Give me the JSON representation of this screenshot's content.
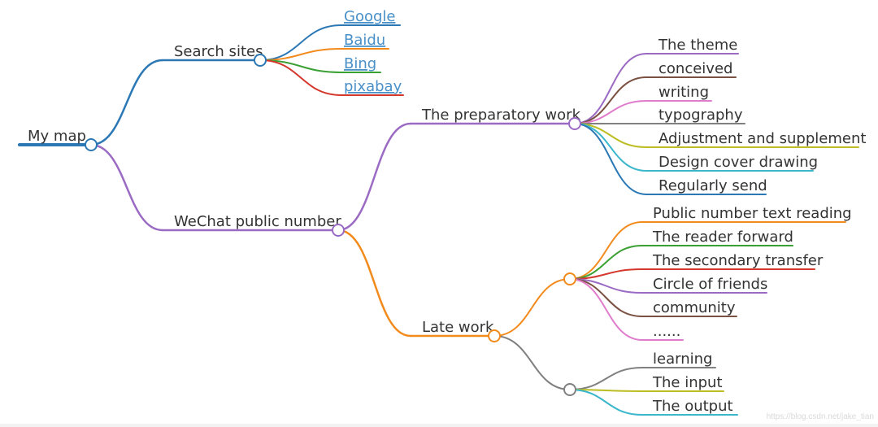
{
  "root": {
    "label": "My map",
    "color": "#2b78b5"
  },
  "search_branch": {
    "label": "Search sites",
    "color": "#2b78b5",
    "sites": [
      {
        "label": "Google",
        "color": "#2b78b5"
      },
      {
        "label": "Baidu",
        "color": "#f28a1c"
      },
      {
        "label": "Bing",
        "color": "#3aa033"
      },
      {
        "label": "pixabay",
        "color": "#d4372c"
      }
    ]
  },
  "wechat_branch": {
    "label": "WeChat public number",
    "color": "#9b6bc4",
    "prep": {
      "label": "The preparatory work",
      "color": "#9b6bc4",
      "items": [
        {
          "label": "The theme",
          "color": "#9b6bc4"
        },
        {
          "label": "conceived",
          "color": "#7a5040"
        },
        {
          "label": "writing",
          "color": "#e07ccc"
        },
        {
          "label": "typography",
          "color": "#808080"
        },
        {
          "label": "Adjustment and supplement",
          "color": "#bcbd22"
        },
        {
          "label": "Design cover drawing",
          "color": "#3bb7cc"
        },
        {
          "label": "Regularly send",
          "color": "#2b78b5"
        }
      ]
    },
    "late": {
      "label": "Late work",
      "color": "#f28a1c",
      "spread": {
        "color": "#f28a1c",
        "items": [
          {
            "label": "Public number text reading",
            "color": "#f28a1c"
          },
          {
            "label": "The reader forward",
            "color": "#3aa033"
          },
          {
            "label": "The secondary transfer",
            "color": "#d4372c"
          },
          {
            "label": "Circle of friends",
            "color": "#9b6bc4"
          },
          {
            "label": "community",
            "color": "#7a5040"
          },
          {
            "label": "......",
            "color": "#e07ccc"
          }
        ]
      },
      "learn": {
        "color": "#808080",
        "items": [
          {
            "label": "learning",
            "color": "#808080"
          },
          {
            "label": "The input",
            "color": "#bcbd22"
          },
          {
            "label": "The output",
            "color": "#3bb7cc"
          }
        ]
      }
    }
  },
  "watermark": "https://blog.csdn.net/jake_tian"
}
